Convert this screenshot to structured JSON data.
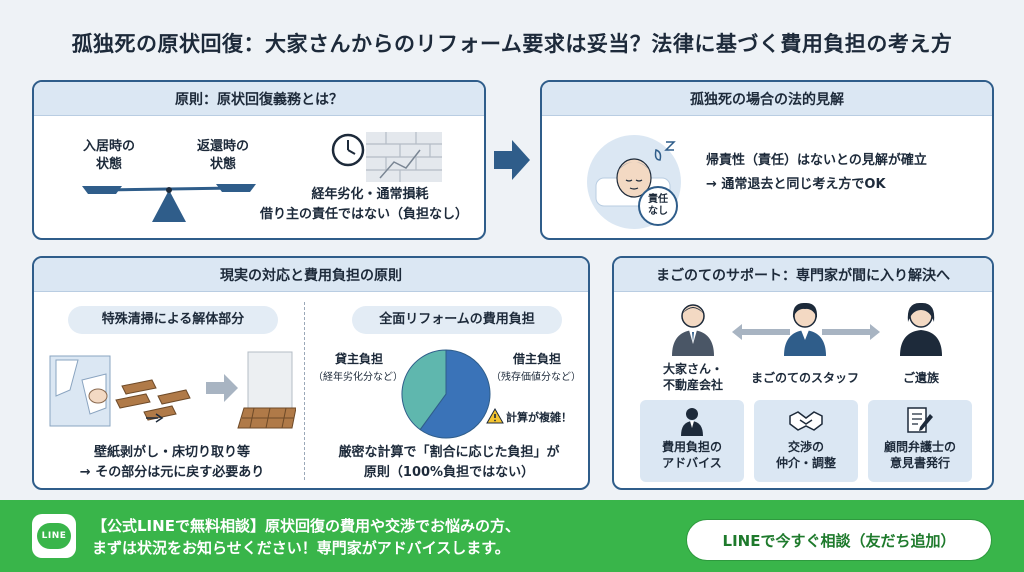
{
  "title": "孤独死の原状回復：大家さんからのリフォーム要求は妥当？法律に基づく費用負担の考え方",
  "panel1": {
    "heading": "原則：原状回復義務とは？",
    "left_label": "入居時の\n状態",
    "right_label": "返還時の\n状態",
    "wear_text": "経年劣化・通常損耗",
    "tenant_text": "借り主の責任ではない（負担なし）"
  },
  "panel2": {
    "heading": "孤独死の場合の法的見解",
    "badge": "責任\nなし",
    "line1": "帰責性（責任）はないとの見解が確立",
    "line2": "→ 通常退去と同じ考え方でOK"
  },
  "panel3": {
    "heading": "現実の対応と費用負担の原則",
    "sub_left": "特殊清掃による解体部分",
    "left_line1": "壁紙剥がし・床切り取り等",
    "left_line2": "→ その部分は元に戻す必要あり",
    "sub_right": "全面リフォームの費用負担",
    "landlord_label": "貸主負担",
    "landlord_note": "（経年劣化分など）",
    "tenant_label": "借主負担",
    "tenant_note": "（残存価値分など）",
    "warning": "計算が複雑！",
    "right_line1": "厳密な計算で「割合に応じた負担」が",
    "right_line2": "原則（100%負担ではない）",
    "pie": {
      "landlord_share": 0.4,
      "tenant_share": 0.6
    }
  },
  "panel4": {
    "heading": "まごのてのサポート：専門家が間に入り解決へ",
    "person1": "大家さん・\n不動産会社",
    "person2": "まごのてのスタッフ",
    "person3": "ご遺族",
    "card1": "費用負担の\nアドバイス",
    "card2": "交渉の\n仲介・調整",
    "card3": "顧問弁護士の\n意見書発行"
  },
  "banner": {
    "logo": "LINE",
    "line1": "【公式LINEで無料相談】原状回復の費用や交渉でお悩みの方、",
    "line2": "まずは状況をお知らせください！専門家がアドバイスします。",
    "cta": "LINEで今すぐ相談（友だち追加）"
  },
  "colors": {
    "navy": "#2f5d8a",
    "panel_head": "#dbe7f3",
    "pie_landlord": "#5fb7ae",
    "pie_tenant": "#3a73b8",
    "line_green": "#39b54a"
  }
}
